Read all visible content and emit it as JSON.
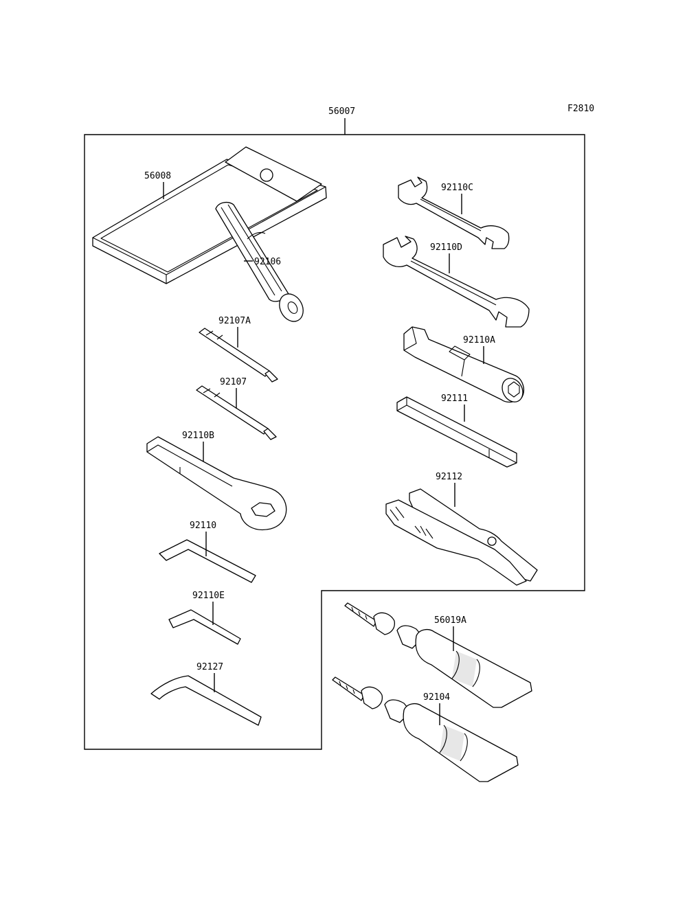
{
  "diagram": {
    "figure_code": "F2810",
    "kit_label": "56007",
    "parts": [
      {
        "id": "56008",
        "name": "tool-pouch"
      },
      {
        "id": "92106",
        "name": "screwdriver-handle"
      },
      {
        "id": "92107A",
        "name": "screwdriver-bit-a"
      },
      {
        "id": "92107",
        "name": "screwdriver-bit"
      },
      {
        "id": "92110B",
        "name": "box-wrench"
      },
      {
        "id": "92110",
        "name": "hex-key-large"
      },
      {
        "id": "92110E",
        "name": "hex-key-small"
      },
      {
        "id": "92127",
        "name": "hex-key-bent"
      },
      {
        "id": "92110C",
        "name": "open-end-wrench-small"
      },
      {
        "id": "92110D",
        "name": "open-end-wrench-large"
      },
      {
        "id": "92110A",
        "name": "spark-plug-wrench"
      },
      {
        "id": "92111",
        "name": "tommy-bar"
      },
      {
        "id": "92112",
        "name": "pliers"
      },
      {
        "id": "56019A",
        "name": "grease-tube"
      },
      {
        "id": "92104",
        "name": "sealant-tube"
      }
    ]
  }
}
